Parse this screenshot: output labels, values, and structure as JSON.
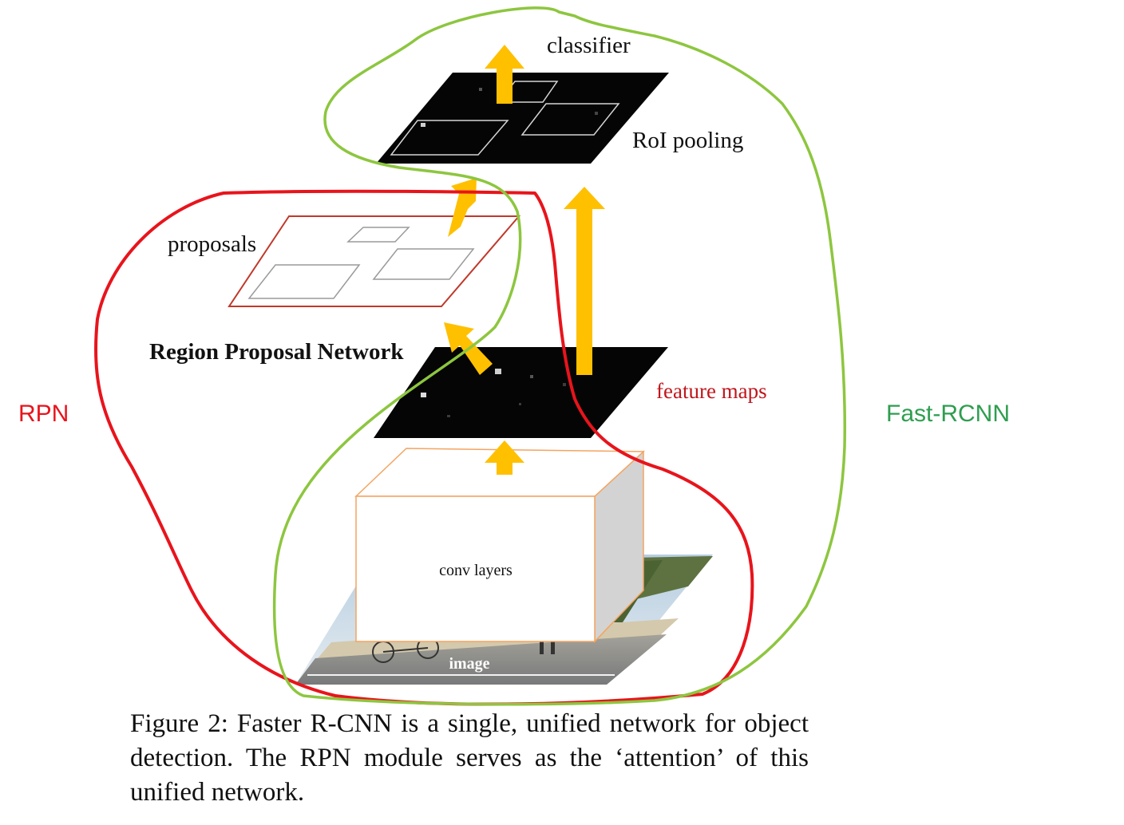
{
  "diagram": {
    "labels": {
      "classifier": "classifier",
      "roi_pooling": "RoI pooling",
      "proposals": "proposals",
      "rpn_full": "Region Proposal Network",
      "feature_maps": "feature maps",
      "conv_layers": "conv layers",
      "image": "image"
    },
    "annotations": {
      "rpn": "RPN",
      "fast_rcnn": "Fast-RCNN"
    },
    "colors": {
      "rpn_outline": "#e8141c",
      "fast_rcnn_outline": "#8dc63f",
      "arrow": "#ffc000",
      "feature_map": "#050505",
      "conv_box_edge": "#f4a460",
      "feature_maps_label": "#c0161c",
      "fast_rcnn_label": "#2e9e4f"
    }
  },
  "caption": {
    "text": "Figure 2: Faster R-CNN is a single, unified network for object detection. The RPN module serves as the ‘attention’ of this unified network."
  }
}
